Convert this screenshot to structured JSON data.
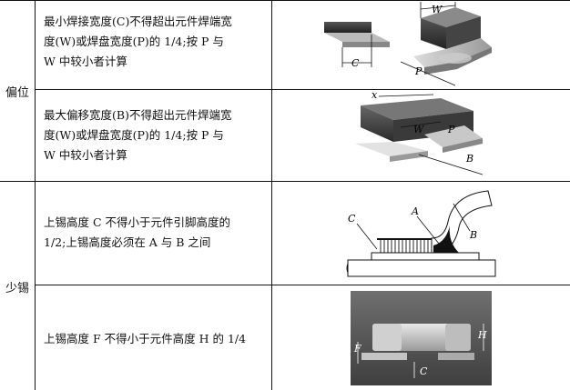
{
  "categories": {
    "offset": "偏位",
    "insufficient": "少锡"
  },
  "rows": [
    {
      "text_l1": "最小焊接宽度(C)不得超出元件焊端宽",
      "text_l2": "度(W)或焊盘宽度(P)的 1/4;按 P 与",
      "text_l3": "W 中较小者计算"
    },
    {
      "text_l1": "最大偏移宽度(B)不得超出元件焊端宽",
      "text_l2": "度(W)或焊盘宽度(P)的 1/4;按 P 与",
      "text_l3": "W 中较小者计算"
    },
    {
      "text_l1": "上锡高度 C 不得小于元件引脚高度的",
      "text_l2": "1/2;上锡高度必须在 A 与 B 之间"
    },
    {
      "text_l1": "上锡高度 F 不得小于元件高度 H 的 1/4"
    }
  ],
  "figure_labels": {
    "w": "W",
    "c": "C",
    "p": "P",
    "x": "x",
    "b": "B",
    "a": "A",
    "f": "F",
    "h": "H"
  }
}
